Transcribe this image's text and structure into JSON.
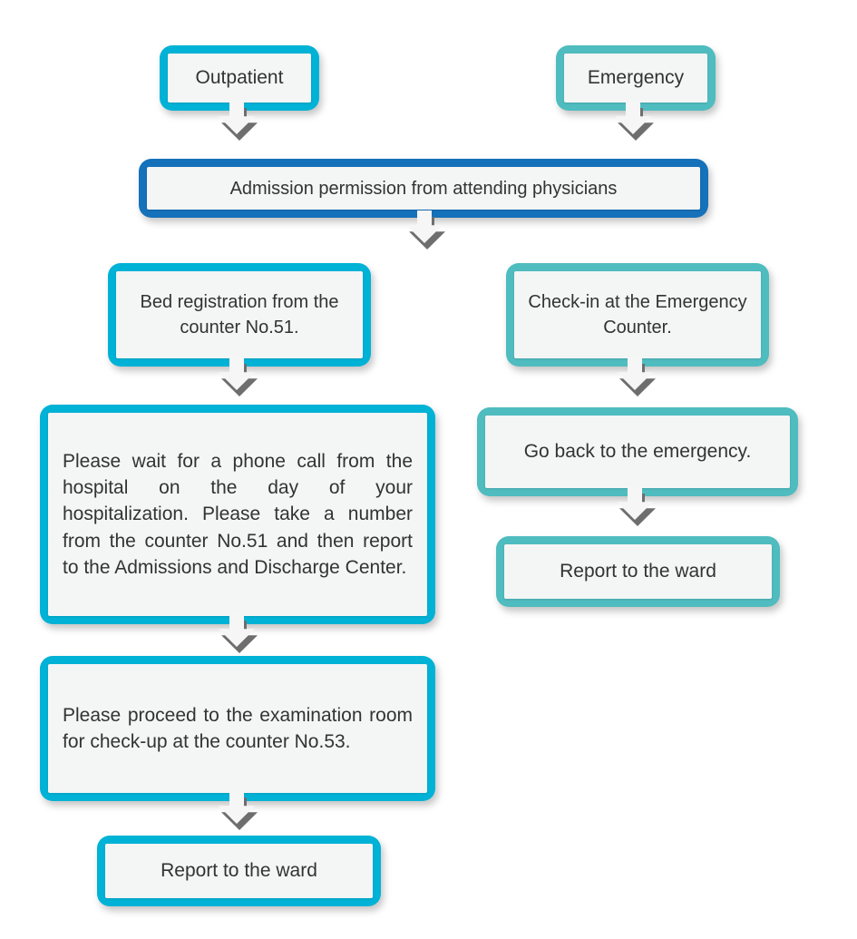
{
  "diagram": {
    "title": "Hospital admission procedure flowchart",
    "colors": {
      "cyan": "#00b2d6",
      "teal": "#4fbcbf",
      "blue": "#1571b9",
      "panel": "#f4f5f5",
      "text": "#333333",
      "arrow_light": "#f6f6f6",
      "arrow_shadow": "#6e6e6e"
    },
    "nodes": [
      {
        "id": "outpatient",
        "label": "Outpatient"
      },
      {
        "id": "emergency",
        "label": "Emergency"
      },
      {
        "id": "admission",
        "label": "Admission permission from attending physicians"
      },
      {
        "id": "bed-registration",
        "label": "Bed registration from the counter No.51."
      },
      {
        "id": "check-in",
        "label": "Check-in at the Emergency Counter."
      },
      {
        "id": "phone-call",
        "label": "Please wait for a phone call from the hospital on the day of your hospitalization. Please take a number from the counter No.51 and then report to the Admissions and Discharge Center."
      },
      {
        "id": "go-back",
        "label": "Go back to the emergency."
      },
      {
        "id": "report-ward-right",
        "label": "Report to the ward"
      },
      {
        "id": "examination",
        "label": "Please proceed to the examination room for check-up at the counter No.53."
      },
      {
        "id": "report-ward-left",
        "label": "Report to the ward"
      }
    ],
    "arrows": [
      {
        "id": "outpatient-to-admission"
      },
      {
        "id": "emergency-to-admission"
      },
      {
        "id": "admission-to-branch"
      },
      {
        "id": "bed-registration-to-phone-call"
      },
      {
        "id": "check-in-to-go-back"
      },
      {
        "id": "phone-call-to-examination"
      },
      {
        "id": "go-back-to-report-ward"
      },
      {
        "id": "examination-to-report-ward"
      }
    ]
  }
}
